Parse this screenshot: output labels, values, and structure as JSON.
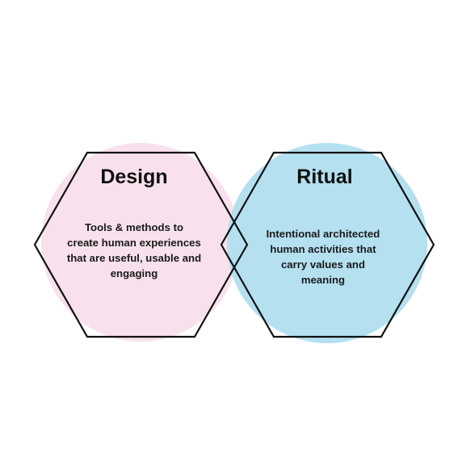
{
  "design": {
    "title": "Design",
    "lines": [
      "Tools & methods to",
      "create human experiences",
      "that are useful, usable and",
      "engaging"
    ]
  },
  "ritual": {
    "title": "Ritual",
    "lines": [
      "Intentional architected",
      "human activities that",
      "carry values and",
      "meaning"
    ]
  },
  "colors": {
    "design_circle": "#f8e1ec",
    "ritual_circle": "#b3dff0",
    "outline": "#111111"
  }
}
